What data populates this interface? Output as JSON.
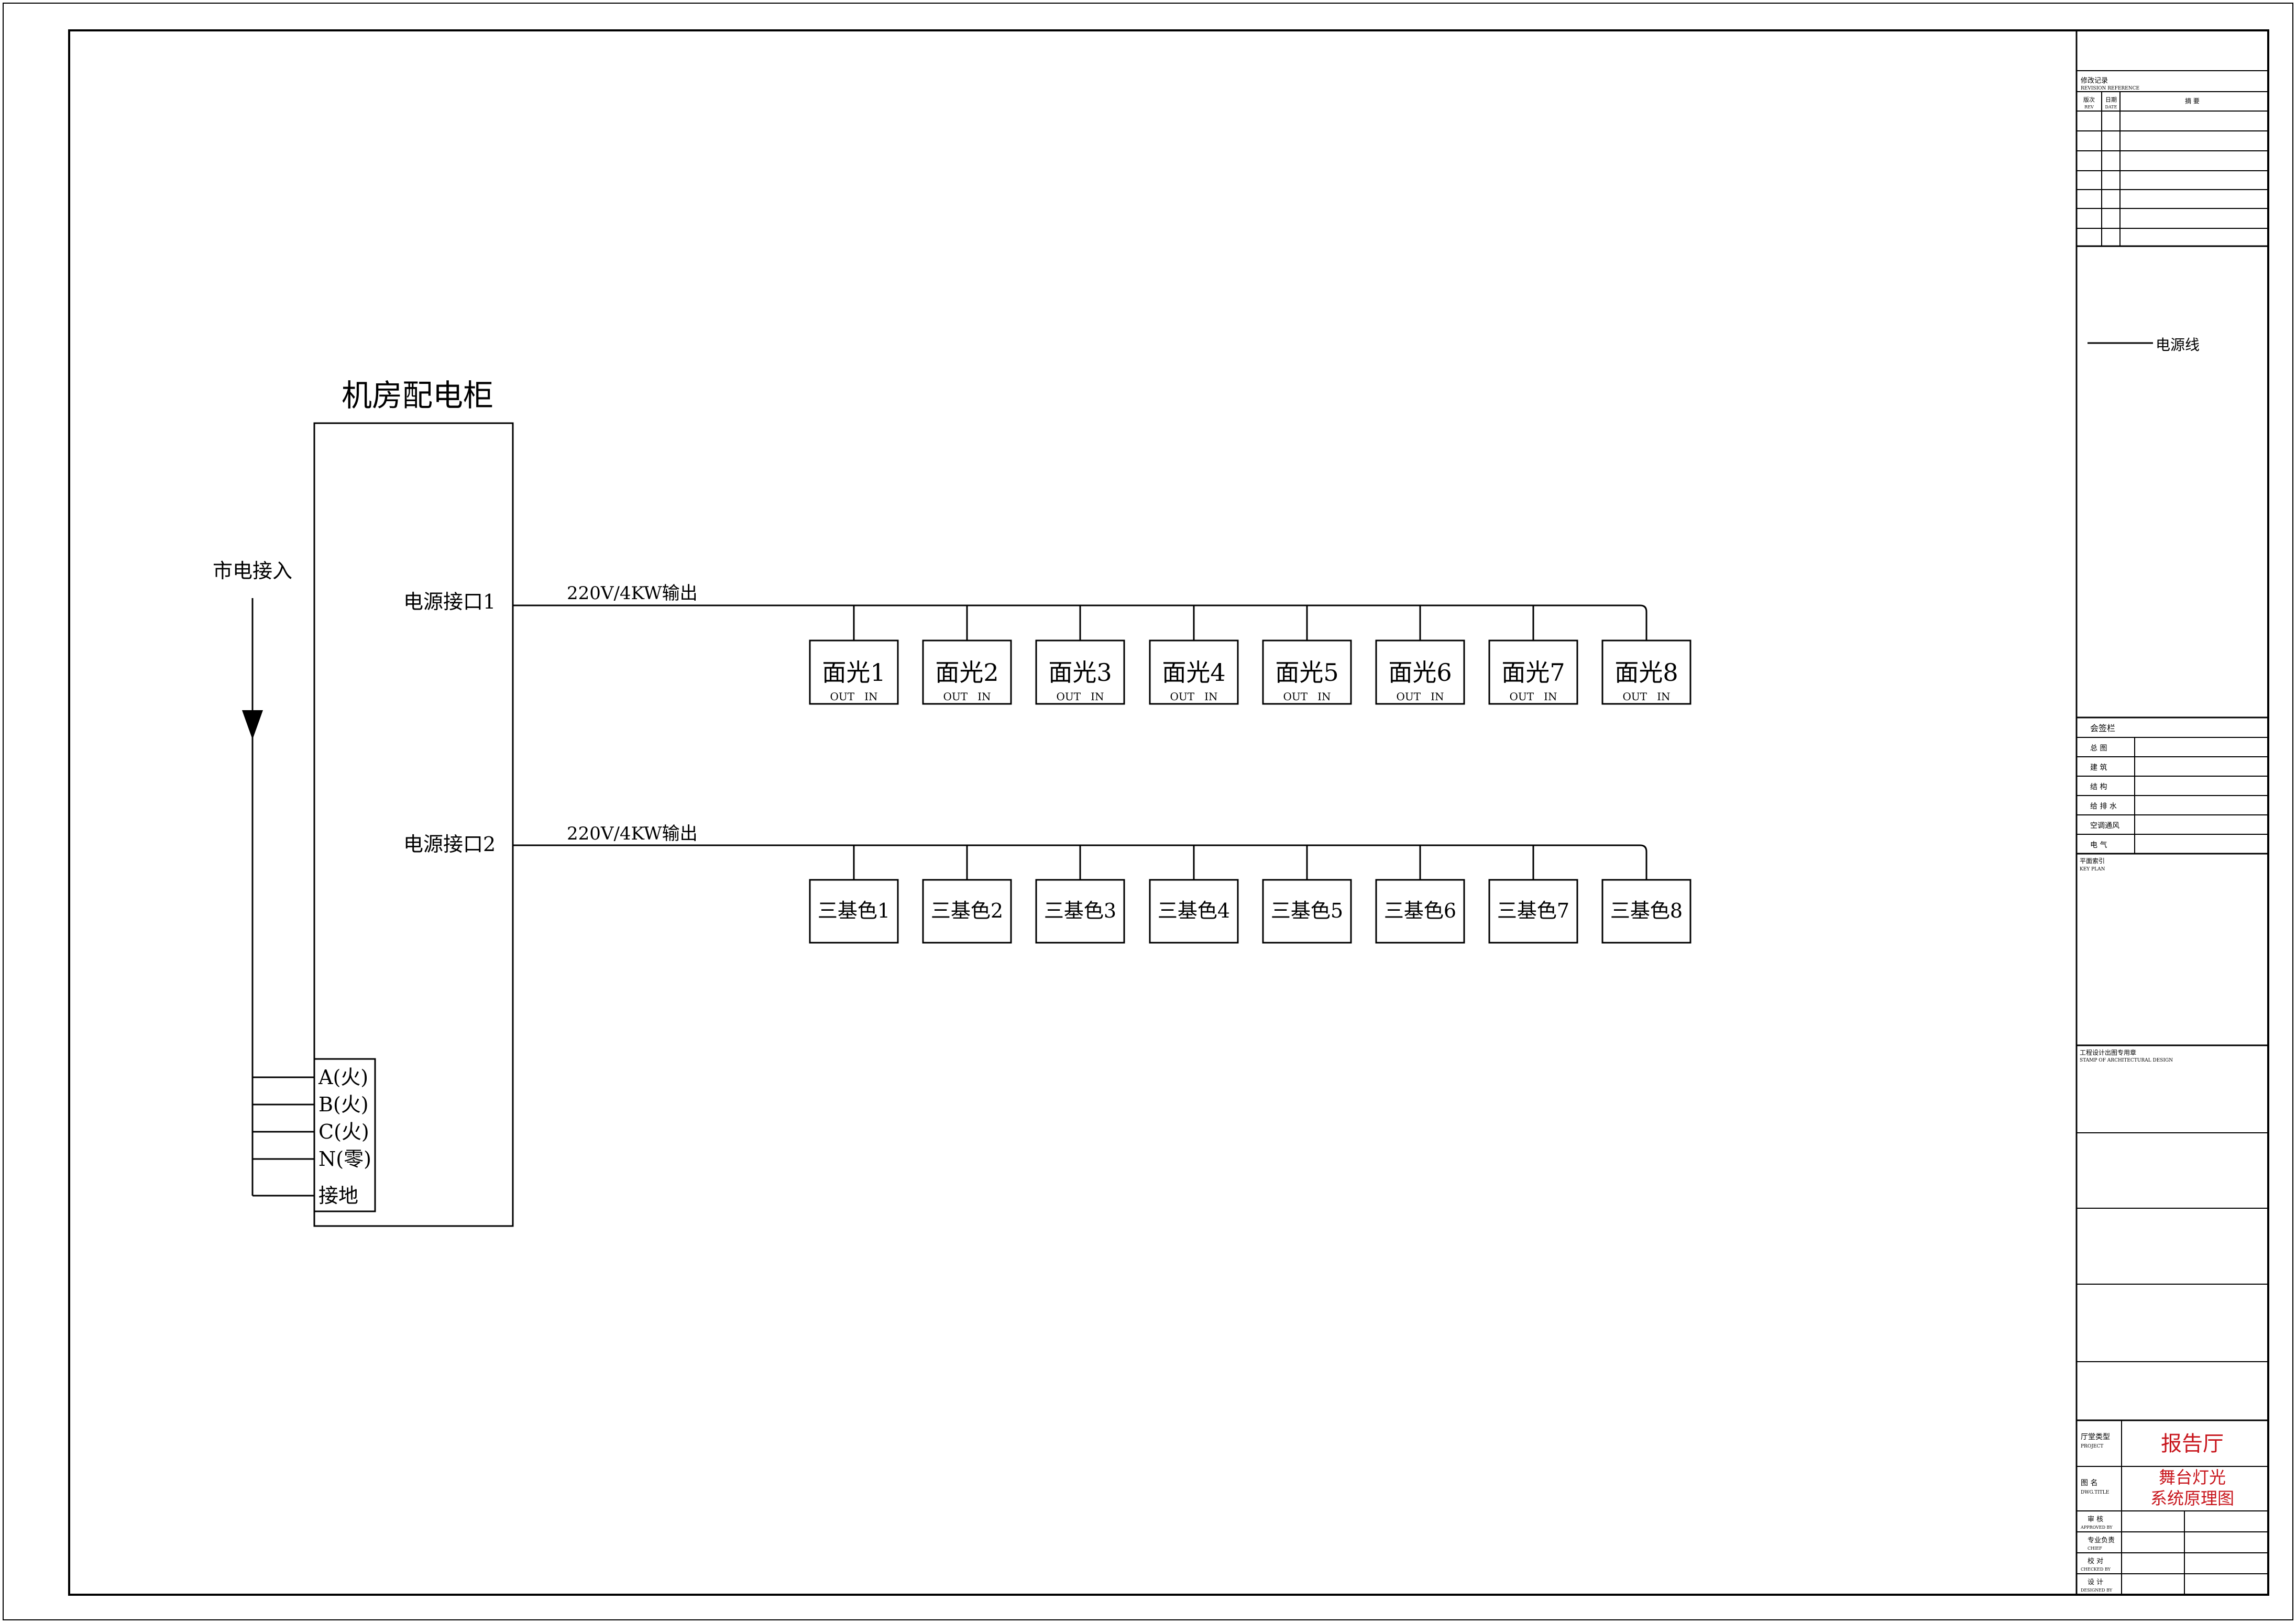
{
  "cabinet": {
    "title": "机房配电柜",
    "port1_label": "电源接口1",
    "port2_label": "电源接口2",
    "phases": [
      "A(火)",
      "B(火)",
      "C(火)",
      "N(零)",
      "接地"
    ]
  },
  "mains": {
    "label": "市电接入"
  },
  "feeders": [
    {
      "output_label": "220V/4KW输出",
      "devices": [
        "面光1",
        "面光2",
        "面光3",
        "面光4",
        "面光5",
        "面光6",
        "面光7",
        "面光8"
      ],
      "port_text": "OUT   IN"
    },
    {
      "output_label": "220V/4KW输出",
      "devices": [
        "三基色1",
        "三基色2",
        "三基色3",
        "三基色4",
        "三基色5",
        "三基色6",
        "三基色7",
        "三基色8"
      ],
      "port_text": ""
    }
  ],
  "legend": {
    "power_line_label": "电源线"
  },
  "title_block": {
    "revision_header": "修改记录",
    "revision_header_en": "REVISION REFERENCE",
    "rev_cols": [
      "版次",
      "日期",
      "摘    要"
    ],
    "rev_cols_en": [
      "REV",
      "DATE",
      ""
    ],
    "sign_header": "会签栏",
    "sign_rows": [
      "总    图",
      "建    筑",
      "结    构",
      "给 排 水",
      "空调通风",
      "电    气"
    ],
    "key_plan": "平面索引",
    "key_plan_en": "KEY PLAN",
    "stamp": "工程设计出图专用章",
    "stamp_en": "STAMP OF ARCHITECTURAL DESIGN",
    "project_label": "厅堂类型",
    "project_label_en": "PROJECT",
    "project_value": "报告厅",
    "dwg_label": "图    名",
    "dwg_label_en": "DWG.TITLE",
    "dwg_value_1": "舞台灯光",
    "dwg_value_2": "系统原理图",
    "approved": "审    核",
    "approved_en": "APPROVED BY",
    "chief": "专业负责",
    "chief_en": "CHIEF",
    "checked": "校    对",
    "checked_en": "CHECKED BY",
    "designed": "设    计",
    "designed_en": "DESIGNED BY"
  },
  "colors": {
    "line": "#000000",
    "accent": "#c8161d"
  }
}
